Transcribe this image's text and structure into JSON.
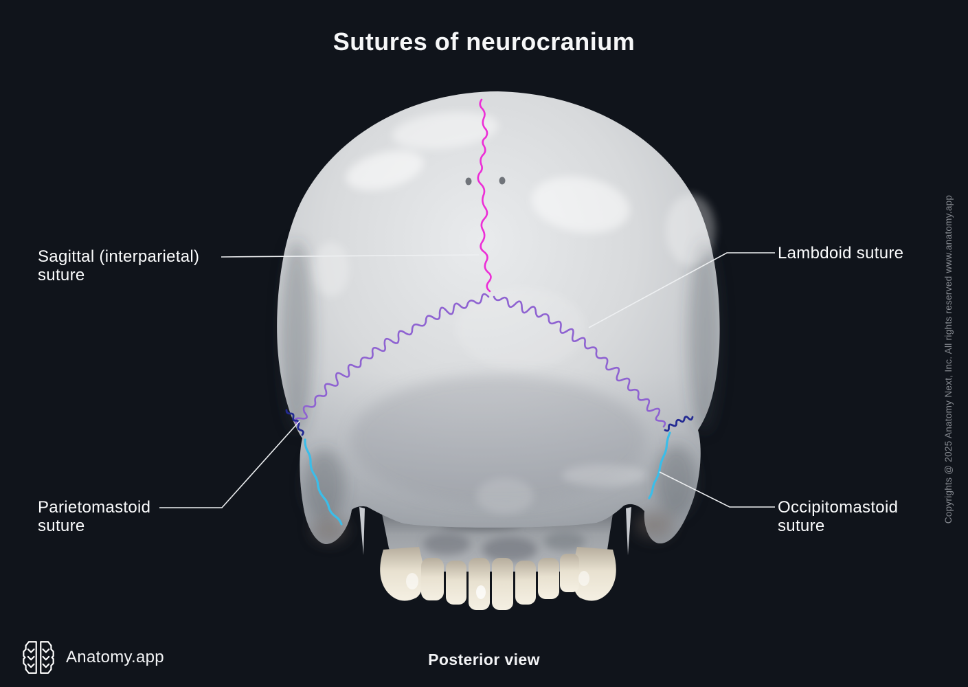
{
  "title": "Sutures of neurocranium",
  "view_label": "Posterior view",
  "brand": {
    "name": "Anatomy.app",
    "logo": "brain-icon"
  },
  "copyright": "Copyrights @ 2025 Anatomy Next, Inc. All rights reserved www.anatomy.app",
  "figure": {
    "subject": "3D rendered human skull, posterior view",
    "labels": {
      "sagittal": {
        "text": "Sagittal (interparietal)\nsuture"
      },
      "lambdoid": {
        "text": "Lambdoid suture"
      },
      "parietomastoid": {
        "text": "Parietomastoid\nsuture"
      },
      "occipitomastoid": {
        "text": "Occipitomastoid\nsuture"
      }
    }
  },
  "colors": {
    "background": "#10141b",
    "label_text": "#fbfcfd",
    "muted_text": "#878b92",
    "leader_line": "#eef0f2",
    "sagittal_suture": "#ec2ed6",
    "lambdoid_suture": "#8e62d1",
    "parietomastoid_suture": "#232a92",
    "occipitomastoid_suture": "#3bbde9"
  }
}
